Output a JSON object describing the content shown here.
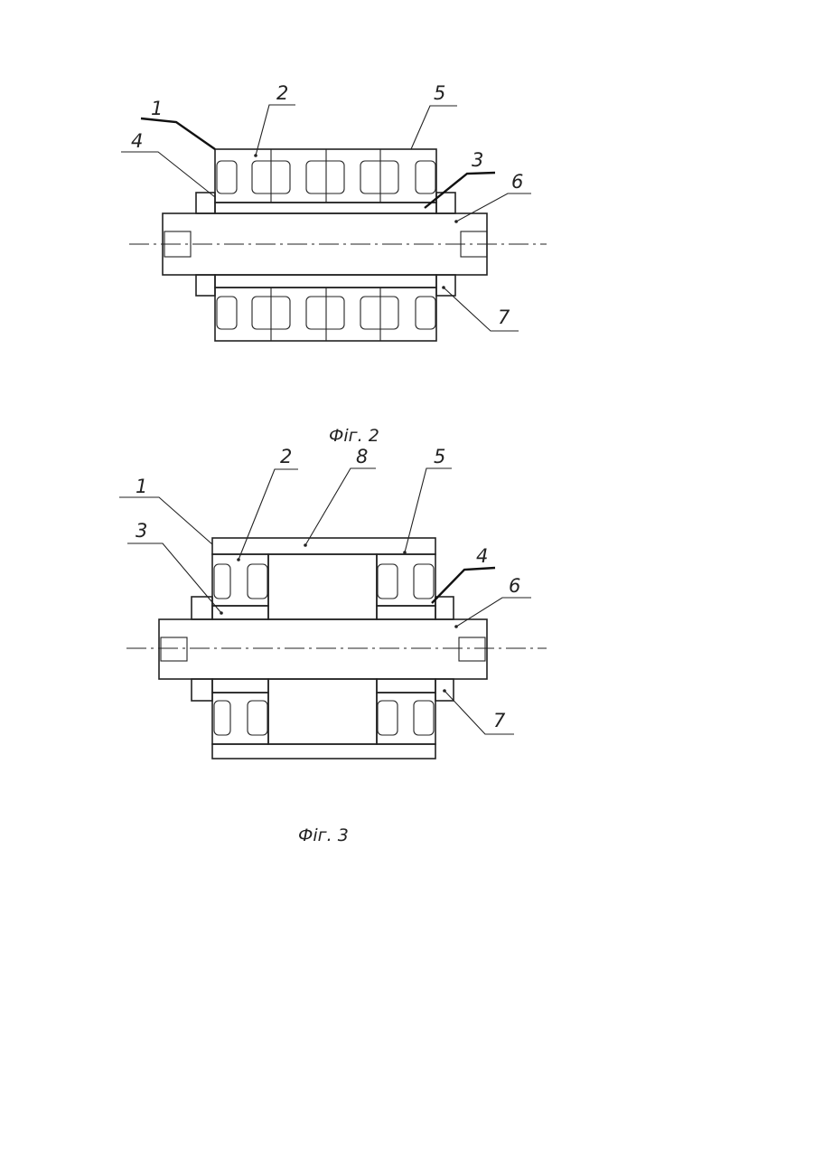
{
  "figure_2": {
    "caption": "Фіг. 2",
    "labels": {
      "l1": "1",
      "l2": "2",
      "l3": "3",
      "l4": "4",
      "l5": "5",
      "l6": "6",
      "l7": "7"
    }
  },
  "figure_3": {
    "caption": "Фіг. 3",
    "labels": {
      "l1": "1",
      "l2": "2",
      "l3": "3",
      "l4": "4",
      "l5": "5",
      "l6": "6",
      "l7": "7",
      "l8": "8"
    }
  }
}
